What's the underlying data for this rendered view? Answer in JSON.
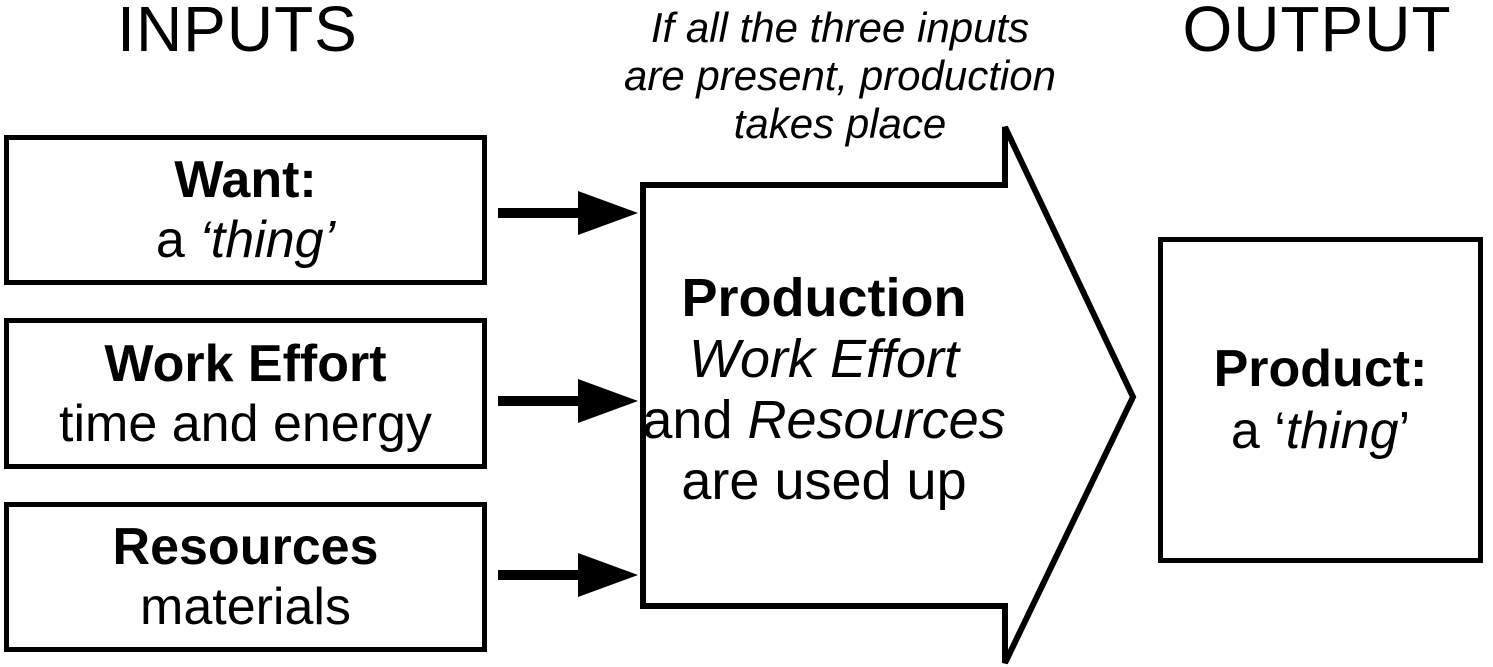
{
  "colors": {
    "ink": "#000000",
    "background": "#ffffff"
  },
  "headings": {
    "inputs": "INPUTS",
    "output": "OUTPUT"
  },
  "caption": {
    "lines": [
      "If all the three inputs",
      "are present, production",
      "takes place"
    ]
  },
  "inputs": [
    {
      "title": "Want:",
      "sub_normal": "a ",
      "sub_italic": "‘thing’"
    },
    {
      "title": "Work Effort",
      "sub_normal": "time and energy",
      "sub_italic": ""
    },
    {
      "title": "Resources",
      "sub_normal": "materials",
      "sub_italic": ""
    }
  ],
  "production": {
    "title": "Production",
    "line2_italic": "Work Effort",
    "line3_normal": "and ",
    "line3_italic": "Resources",
    "line4": "are used up"
  },
  "output_box": {
    "title": "Product:",
    "sub_pre": "a ‘",
    "sub_italic": "thing",
    "sub_post": "’"
  }
}
